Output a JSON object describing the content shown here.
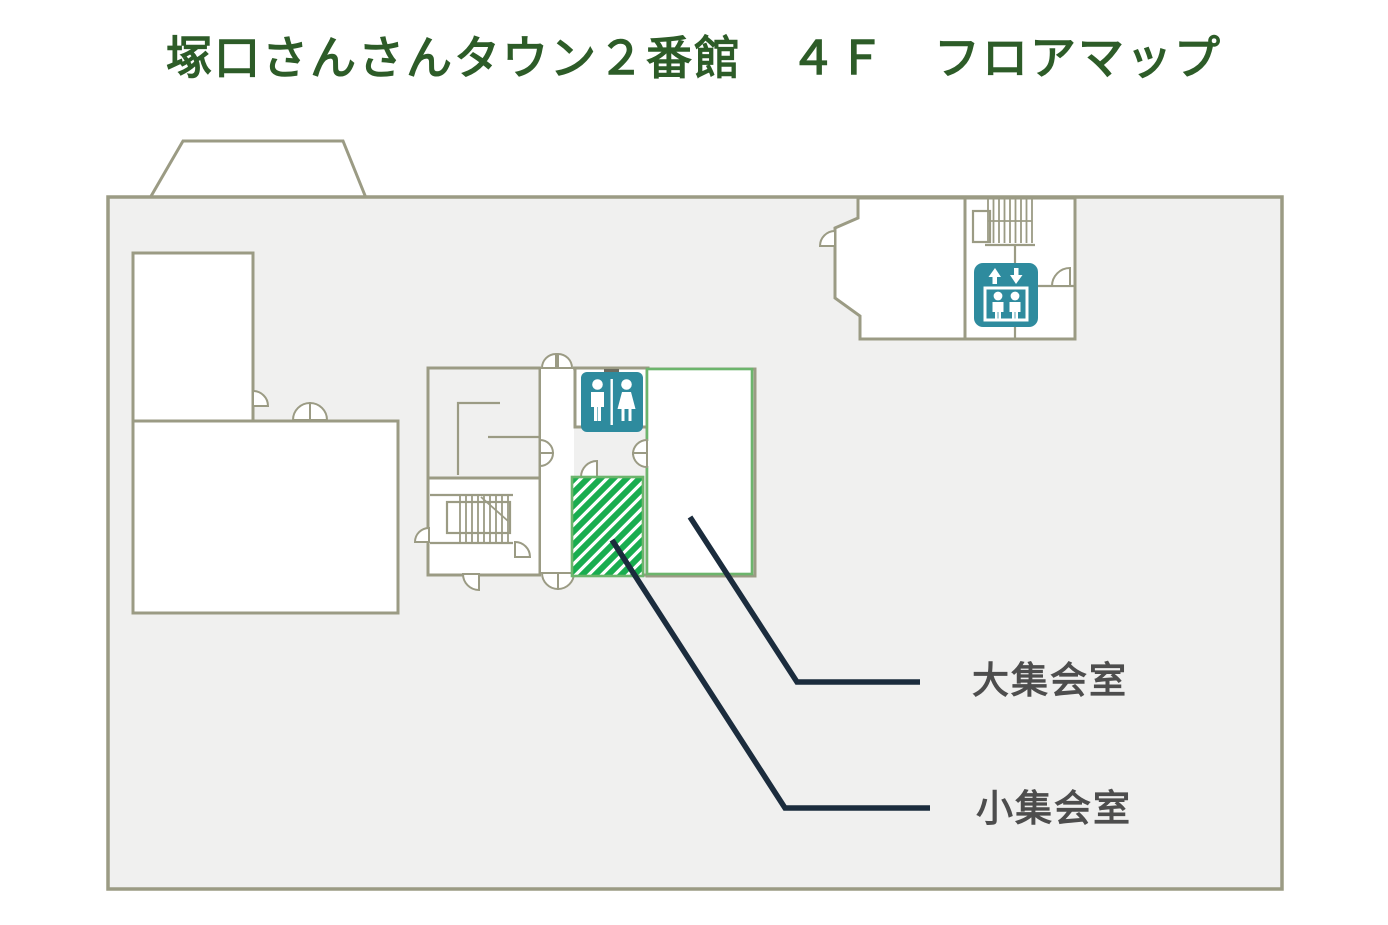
{
  "title": "塚口さんさんタウン２番館　４Ｆ　フロアマップ",
  "map": {
    "rooms": {
      "large_meeting_room": "大集会室",
      "small_meeting_room": "小集会室"
    },
    "icons": {
      "restroom": "restroom-icon",
      "elevator": "elevator-icon",
      "stairs_upper": "stairs-icon",
      "stairs_lower": "stairs-icon"
    }
  },
  "colors": {
    "wall": "#9b9b84",
    "floor": "#f0f0ef",
    "accent_green": "#6cb56c",
    "hatch_green": "#19ad4f",
    "icon_teal": "#2e8b9e",
    "leader_navy": "#1b2c3d",
    "title_green": "#2d5c28",
    "label_gray": "#4d4d4d"
  }
}
